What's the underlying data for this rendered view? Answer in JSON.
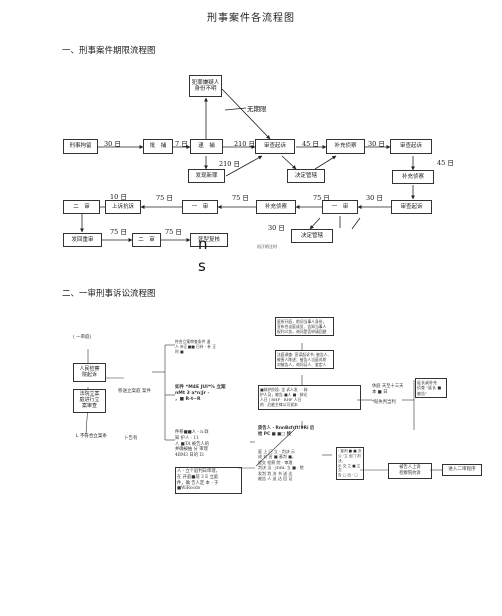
{
  "doc_title": "刑事案件各流程图",
  "section1": {
    "heading": "一、刑事案件期限流程图",
    "boxes": {
      "criminal_detention": "刑事拘留",
      "approve_arrest": "批　捕",
      "arrest": "逮　捕",
      "suspect_unknown": "犯罪嫌疑人身份不明",
      "no_limit": "无期限",
      "review_prosecution_1": "审查起诉",
      "supplementary_investigation_1": "补充侦察",
      "review_prosecution_2": "审查起诉",
      "discover_new_crime": "发现新罪",
      "decide_supervision_1": "决定管辖",
      "supplementary_investigation_2": "补充侦察",
      "second_instance": "二　审",
      "appeal_protest": "上诉抗诉",
      "first_instance_1": "一　审",
      "supplementary_investigation_3": "补充侦察",
      "first_instance_2": "一　审",
      "review_prosecution_3": "审查起诉",
      "remand_retrial": "发回重审",
      "second_instance_2": "二　审",
      "death_penalty_review": "死型复核",
      "decide_supervision_2": "决定管辖"
    },
    "arrow_labels": {
      "a1": "30 日",
      "a2": "7 日",
      "a3": "210 日",
      "a4": "45 日",
      "a5": "30 日",
      "a6": "45 日",
      "a7": "210 日",
      "a8": "10 日",
      "a9": "75 日",
      "a10": "75 日",
      "a11": "30 日",
      "a12": "75 日",
      "a13": "30 日",
      "a14": "75 日",
      "a15": "75 日"
    }
  },
  "mid_text": {
    "big1": "n",
    "big2": "s",
    "side": "机汗帆注时"
  },
  "section2": {
    "heading": "二、一审刑事诉讼流程图",
    "left_note": "( 一审庭)",
    "box_apply": "人民检察\n院起诉",
    "box_court": "法院立案\n庭进行立\n案审查",
    "box_transfer": "移送立案庭\n案件",
    "left_label_L": "L 不符合立案条",
    "left_label_2": "卜告有",
    "col2_t1": "符合立案审查条件 退\n人 补正■■ 日补 - 补 正\n时 ■",
    "col2_t2": "如件 *M4E JUI*% 立案\nnMt 3 a*n|Jr -\n，■ R-t~R",
    "col2_t3": "件移■■人 - n 政\n知 护人 · 11\n人 ■TA 被告人的\n并确被抽 分 审理\n4BM3 日的 I3",
    "col2_t4": "人 - 立个庭判日审理，\n在 开庭■前 3 E 立庭\n件，确 告人定 本 - 于\n■WiRocdo",
    "col3_b1": "庭所开庭，前问当事人身份，\n宣布合议庭成员、告知当事人\n权利义务，询问是否申请回避",
    "col3_b2": "法庭调查: 宣读起诉书; 被告人、\n被害人陈述；被告人当庭对质\n对被告人，询问证人、鉴定人",
    "col3_b3": "■辩护阶段: 全 诉人发 · - 辩\n护人及，被告 ■人 ■ · 辩论\n人日 | RHF · RHF 人日\n的 · 后能主律以可说本",
    "col3_b4": "质告人 · RnnBsfrft!9Ri 后\n给 PC ■ ■□ 终",
    "col3_b5": "- 宣判 ■ ■ 决\n公 -立 出门 判决，\n示 交 之 ■ 立 交\n告 □ 出 - □",
    "col3_t5": "庭 上 门 立 - 判决 示\n成 对 宣 ■ 基判 ■，\n提交 检察 院 - 审理\n判决 当 · JDRL 立 ■ · 院\n发判 判 决 书 送 达\n被告 人 送 达 回 证",
    "col4_t1": "休庭 天至十三天\n本 ■ 日",
    "col4_t2": "*既失判当判",
    "col4_t3": "提交审委员会讨论",
    "col5_b1": "延长或补充\n侦查 \"延长 ■ 被告\"",
    "col5_b2": "被告人上诉\n检察院抗诉",
    "col5_b3": "进入二审程序"
  }
}
